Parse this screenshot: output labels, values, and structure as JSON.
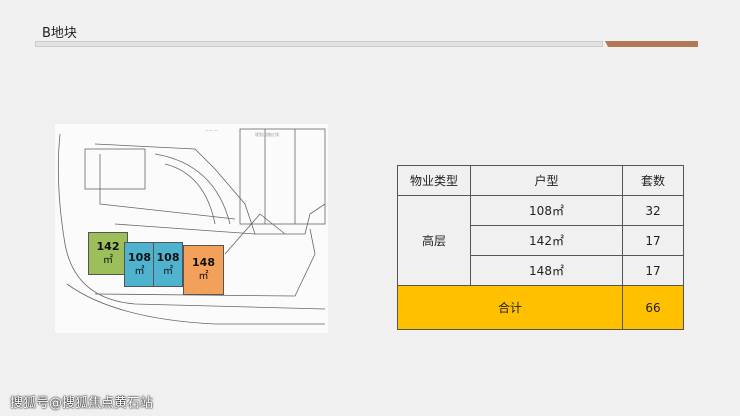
{
  "title": "B地块",
  "plan": {
    "blocks": [
      {
        "size": "142",
        "unit": "㎡",
        "color": "#9cbf5a"
      },
      {
        "size": "108",
        "unit": "㎡",
        "color": "#4fb3cf"
      },
      {
        "size": "108",
        "unit": "㎡",
        "color": "#4fb3cf"
      },
      {
        "size": "148",
        "unit": "㎡",
        "color": "#f2a05a"
      }
    ]
  },
  "table": {
    "headers": [
      "物业类型",
      "户型",
      "套数"
    ],
    "type": "高层",
    "rows": [
      {
        "unit": "108㎡",
        "count": "32"
      },
      {
        "unit": "142㎡",
        "count": "17"
      },
      {
        "unit": "148㎡",
        "count": "17"
      }
    ],
    "total_label": "合计",
    "total": "66",
    "total_color": "#ffc000"
  },
  "watermark": "搜狐号@搜狐焦点黄石站"
}
